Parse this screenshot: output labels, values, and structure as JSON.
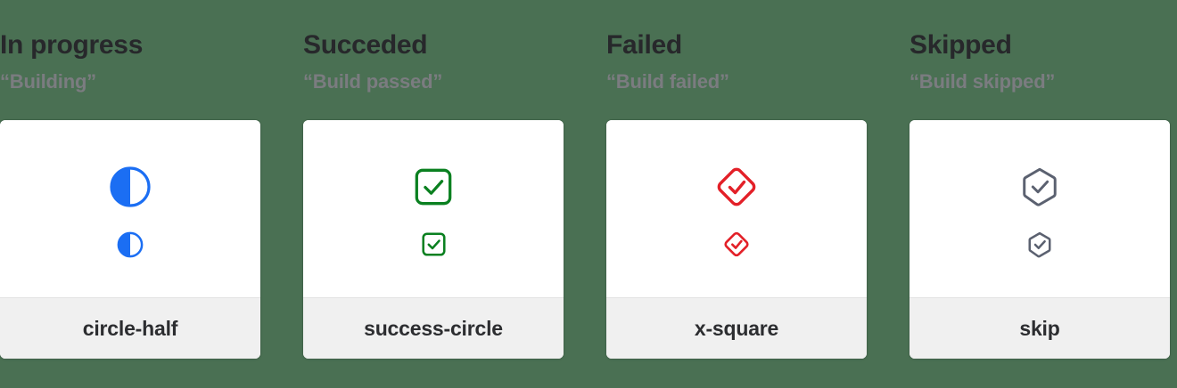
{
  "page": {
    "background_color": "#4a7053",
    "card_background": "#ffffff",
    "card_footer_background": "#f0f0f0",
    "title_color": "#27282b",
    "subtitle_color": "#7b7c80",
    "footer_label_color": "#2c2d30"
  },
  "columns": [
    {
      "title": "In progress",
      "subtitle": "“Building”",
      "icon_name": "circle-half-icon",
      "icon_label": "circle-half",
      "icon_color": "#1b6ef3"
    },
    {
      "title": "Succeded",
      "subtitle": "“Build passed”",
      "icon_name": "success-circle-icon",
      "icon_label": "success-circle",
      "icon_color": "#0a8020"
    },
    {
      "title": "Failed",
      "subtitle": "“Build failed”",
      "icon_name": "x-square-icon",
      "icon_label": "x-square",
      "icon_color": "#e32028"
    },
    {
      "title": "Skipped",
      "subtitle": "“Build skipped”",
      "icon_name": "skip-icon",
      "icon_label": "skip",
      "icon_color": "#5b6170"
    }
  ]
}
